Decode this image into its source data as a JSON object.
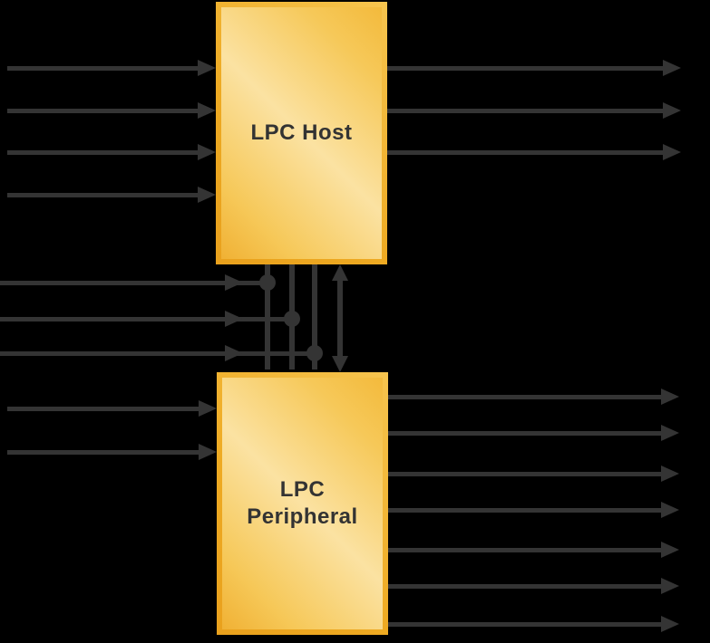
{
  "diagram": {
    "title": "LPC Host / Peripheral interconnect diagram",
    "background_color": "#000000",
    "arrow_color": "#343434",
    "box_border_color": "#EDA71F",
    "box_fill_gradient": [
      "#F2B437",
      "#FBE2A2"
    ],
    "label_color": "#333333",
    "nodes": [
      {
        "id": "lpc-host",
        "label": "LPC Host"
      },
      {
        "id": "lpc-peripheral",
        "label": "LPC Peripheral",
        "label_lines": [
          "LPC",
          "Peripheral"
        ]
      }
    ],
    "signal_counts": {
      "host_left_inputs": 4,
      "host_right_outputs": 3,
      "bus_tap_arrows": 3,
      "bus_vertical_lines": 4,
      "bus_junction_dots": 3,
      "bus_bidirectional_lines": 1,
      "peripheral_left_inputs": 2,
      "peripheral_right_outputs": 7
    }
  }
}
